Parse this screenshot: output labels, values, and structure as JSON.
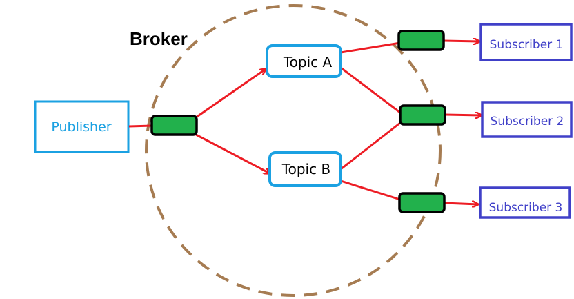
{
  "broker": {
    "label": "Broker"
  },
  "publisher": {
    "label": "Publisher"
  },
  "topics": [
    {
      "label": "Topic A"
    },
    {
      "label": "Topic B"
    }
  ],
  "subscribers": [
    {
      "label": "Subscriber 1"
    },
    {
      "label": "Subscriber 2"
    },
    {
      "label": "Subscriber 3"
    }
  ],
  "colors": {
    "broker_circle": "#a67c52",
    "publisher": "#1ba1e2",
    "topic_border": "#1ba1e2",
    "subscriber": "#4040c8",
    "queue_fill": "#22b14c",
    "arrow": "#ed1c24",
    "background": "#ffffff"
  }
}
